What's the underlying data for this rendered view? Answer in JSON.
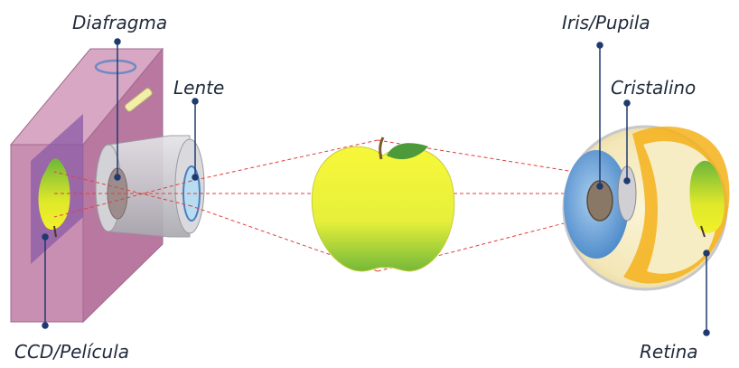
{
  "labels": {
    "diafragma": "Diafragma",
    "lente": "Lente",
    "ccd": "CCD/Película",
    "iris": "Iris/Pupila",
    "cristalino": "Cristalino",
    "retina": "Retina"
  },
  "colors": {
    "camera_body": "#c98fb3",
    "camera_side": "#b06f99",
    "lens_barrel": "#c4c4c8",
    "lens_glass": "#b8dcf2",
    "apple_yellow": "#f2f21e",
    "apple_green": "#7fbf3a",
    "eye_blue": "#6fa6d9",
    "eye_orange": "#f5b21a",
    "ray_red": "#e0403a",
    "leader_navy": "#1f3a6e"
  }
}
